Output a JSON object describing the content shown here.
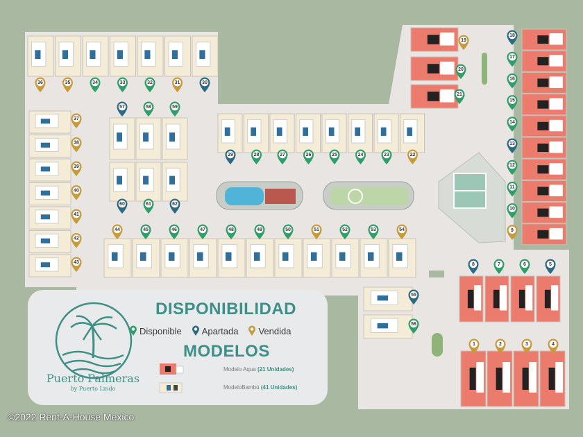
{
  "colors": {
    "background": "#a9b8a0",
    "road": "#e8e5e3",
    "unit_bambu": "#f5ecd8",
    "unit_aqua": "#ea7b6d",
    "disponible": "#2f9e68",
    "apartada": "#2b6a82",
    "vendida": "#c79a3a",
    "heading": "#3d8f88"
  },
  "legend": {
    "title": "DISPONIBILIDAD",
    "models_title": "MODELOS",
    "statuses": [
      {
        "label": "Disponible",
        "color": "#2f9e68",
        "icon": "map-pin-icon"
      },
      {
        "label": "Apartada",
        "color": "#2b6a82",
        "icon": "map-pin-icon"
      },
      {
        "label": "Vendida",
        "color": "#c79a3a",
        "icon": "map-pin-icon"
      }
    ],
    "models": [
      {
        "name": "Modelo Aqua",
        "count": "(21 Unidades)",
        "icon": "aqua-house-icon"
      },
      {
        "name": "ModeloBambú",
        "count": "(41 Unidades)",
        "icon": "bambu-house-icon"
      }
    ]
  },
  "brand": {
    "name": "Puerto Palmeras",
    "subtitle": "by Puerto Lindo",
    "icon": "palm-tree-logo"
  },
  "copyright": "©2022 Rent-A-House Mexico",
  "amenities": [
    {
      "name": "pool",
      "icon": "pool-icon"
    },
    {
      "name": "garden",
      "icon": "garden-icon"
    },
    {
      "name": "tennis-court",
      "icon": "tennis-court-icon"
    }
  ],
  "lots": [
    {
      "num": "1",
      "status": "vendida",
      "model": "aqua"
    },
    {
      "num": "2",
      "status": "vendida",
      "model": "aqua"
    },
    {
      "num": "3",
      "status": "vendida",
      "model": "aqua"
    },
    {
      "num": "4",
      "status": "vendida",
      "model": "aqua"
    },
    {
      "num": "5",
      "status": "apartada",
      "model": "aqua"
    },
    {
      "num": "6",
      "status": "disponible",
      "model": "aqua"
    },
    {
      "num": "7",
      "status": "disponible",
      "model": "aqua"
    },
    {
      "num": "8",
      "status": "apartada",
      "model": "aqua"
    },
    {
      "num": "9",
      "status": "vendida",
      "model": "aqua"
    },
    {
      "num": "10",
      "status": "disponible",
      "model": "aqua"
    },
    {
      "num": "11",
      "status": "disponible",
      "model": "aqua"
    },
    {
      "num": "12",
      "status": "disponible",
      "model": "aqua"
    },
    {
      "num": "13",
      "status": "apartada",
      "model": "aqua"
    },
    {
      "num": "14",
      "status": "disponible",
      "model": "aqua"
    },
    {
      "num": "15",
      "status": "disponible",
      "model": "aqua"
    },
    {
      "num": "16",
      "status": "disponible",
      "model": "aqua"
    },
    {
      "num": "17",
      "status": "disponible",
      "model": "aqua"
    },
    {
      "num": "18",
      "status": "apartada",
      "model": "aqua"
    },
    {
      "num": "19",
      "status": "vendida",
      "model": "aqua"
    },
    {
      "num": "20",
      "status": "disponible",
      "model": "aqua"
    },
    {
      "num": "21",
      "status": "disponible",
      "model": "aqua"
    },
    {
      "num": "22",
      "status": "vendida",
      "model": "bambu"
    },
    {
      "num": "23",
      "status": "disponible",
      "model": "bambu"
    },
    {
      "num": "24",
      "status": "disponible",
      "model": "bambu"
    },
    {
      "num": "25",
      "status": "disponible",
      "model": "bambu"
    },
    {
      "num": "26",
      "status": "disponible",
      "model": "bambu"
    },
    {
      "num": "27",
      "status": "disponible",
      "model": "bambu"
    },
    {
      "num": "28",
      "status": "disponible",
      "model": "bambu"
    },
    {
      "num": "29",
      "status": "apartada",
      "model": "bambu"
    },
    {
      "num": "30",
      "status": "apartada",
      "model": "bambu"
    },
    {
      "num": "31",
      "status": "vendida",
      "model": "bambu"
    },
    {
      "num": "32",
      "status": "disponible",
      "model": "bambu"
    },
    {
      "num": "33",
      "status": "disponible",
      "model": "bambu"
    },
    {
      "num": "34",
      "status": "disponible",
      "model": "bambu"
    },
    {
      "num": "35",
      "status": "vendida",
      "model": "bambu"
    },
    {
      "num": "36",
      "status": "vendida",
      "model": "bambu"
    },
    {
      "num": "37",
      "status": "vendida",
      "model": "bambu"
    },
    {
      "num": "38",
      "status": "vendida",
      "model": "bambu"
    },
    {
      "num": "39",
      "status": "vendida",
      "model": "bambu"
    },
    {
      "num": "40",
      "status": "vendida",
      "model": "bambu"
    },
    {
      "num": "41",
      "status": "vendida",
      "model": "bambu"
    },
    {
      "num": "42",
      "status": "vendida",
      "model": "bambu"
    },
    {
      "num": "43",
      "status": "vendida",
      "model": "bambu"
    },
    {
      "num": "44",
      "status": "vendida",
      "model": "bambu"
    },
    {
      "num": "45",
      "status": "disponible",
      "model": "bambu"
    },
    {
      "num": "46",
      "status": "disponible",
      "model": "bambu"
    },
    {
      "num": "47",
      "status": "disponible",
      "model": "bambu"
    },
    {
      "num": "48",
      "status": "disponible",
      "model": "bambu"
    },
    {
      "num": "49",
      "status": "disponible",
      "model": "bambu"
    },
    {
      "num": "50",
      "status": "disponible",
      "model": "bambu"
    },
    {
      "num": "51",
      "status": "vendida",
      "model": "bambu"
    },
    {
      "num": "52",
      "status": "disponible",
      "model": "bambu"
    },
    {
      "num": "53",
      "status": "disponible",
      "model": "bambu"
    },
    {
      "num": "54",
      "status": "vendida",
      "model": "bambu"
    },
    {
      "num": "55",
      "status": "apartada",
      "model": "bambu"
    },
    {
      "num": "56",
      "status": "disponible",
      "model": "bambu"
    },
    {
      "num": "57",
      "status": "apartada",
      "model": "bambu"
    },
    {
      "num": "58",
      "status": "disponible",
      "model": "bambu"
    },
    {
      "num": "59",
      "status": "disponible",
      "model": "bambu"
    },
    {
      "num": "60",
      "status": "apartada",
      "model": "bambu"
    },
    {
      "num": "61",
      "status": "disponible",
      "model": "bambu"
    },
    {
      "num": "62",
      "status": "apartada",
      "model": "bambu"
    }
  ]
}
